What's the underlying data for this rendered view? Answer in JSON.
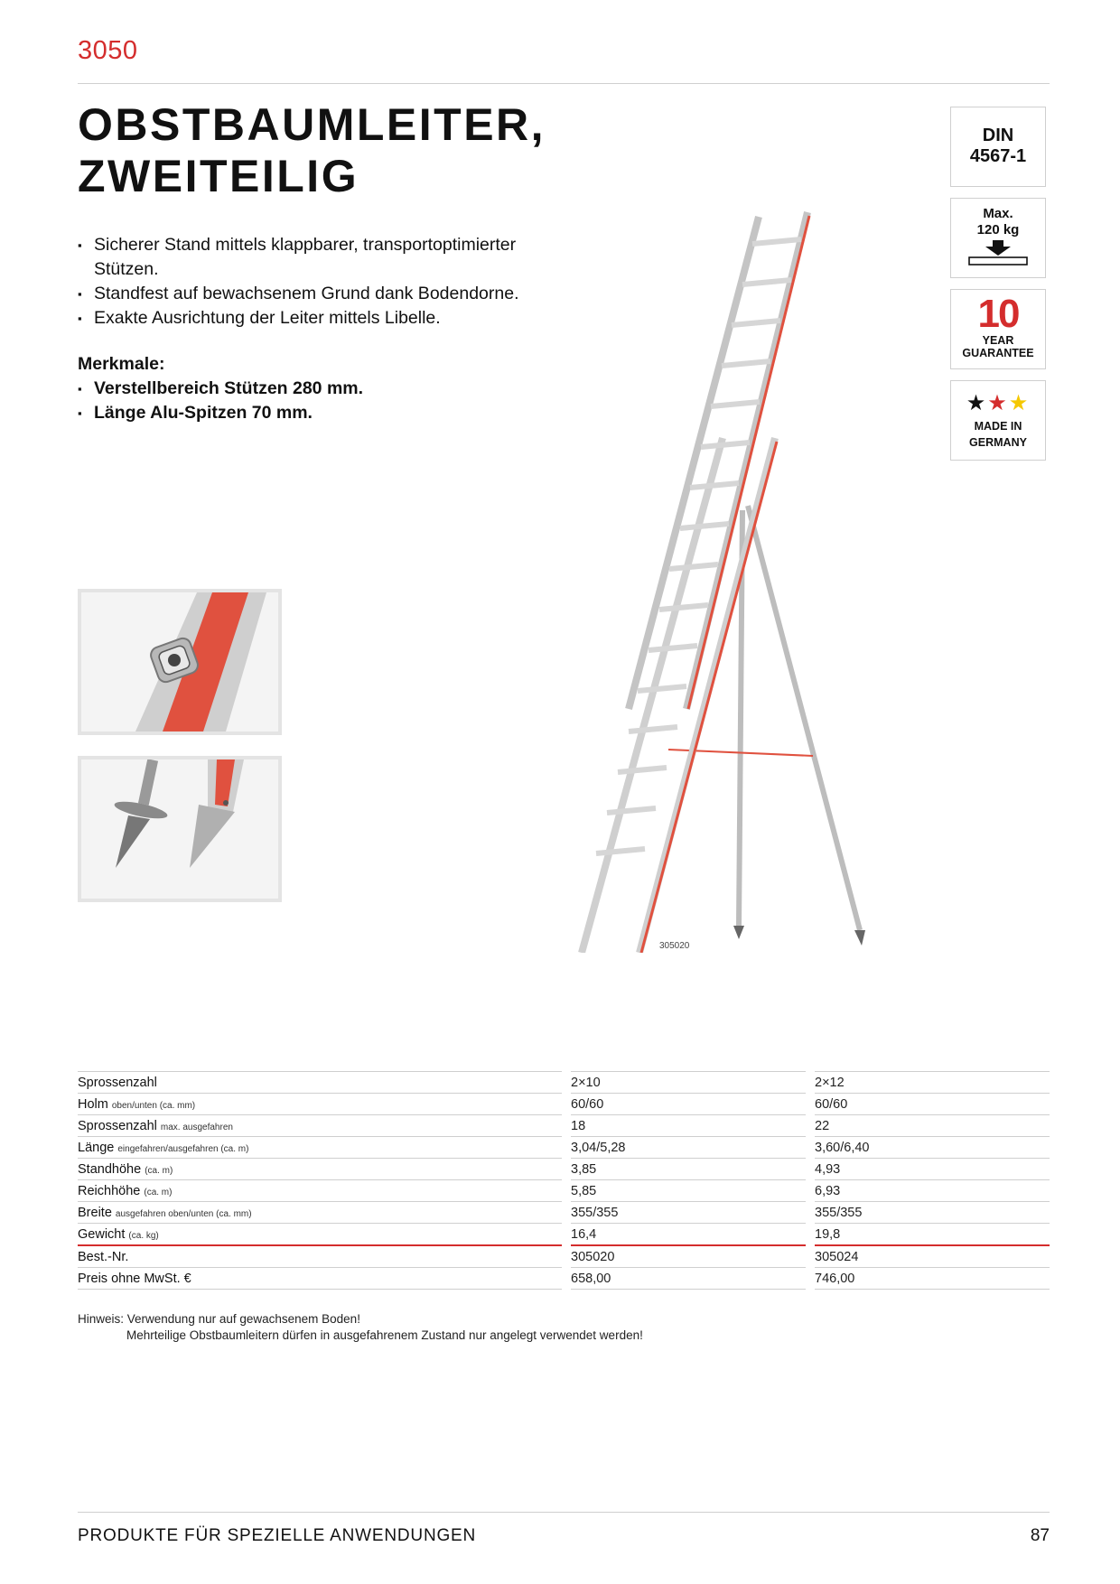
{
  "header": {
    "code": "3050",
    "title_line1": "OBSTBAUMLEITER,",
    "title_line2": "ZWEITEILIG"
  },
  "features": [
    "Sicherer Stand mittels klappbarer, transportoptimierter Stützen.",
    "Standfest auf bewachsenem Grund dank Bodendorne.",
    "Exakte Ausrichtung der Leiter mittels Libelle."
  ],
  "merkmale": {
    "heading": "Merkmale:",
    "items": [
      "Verstellbereich Stützen 280 mm.",
      "Länge Alu-Spitzen 70 mm."
    ]
  },
  "badges": {
    "din_line1": "DIN",
    "din_line2": "4567-1",
    "max_line1": "Max.",
    "max_line2": "120 kg",
    "guarantee_number": "10",
    "guarantee_line1": "YEAR",
    "guarantee_line2": "GUARANTEE",
    "made_line1": "MADE IN",
    "made_line2": "GERMANY",
    "star_colors": [
      "#111111",
      "#d42d2d",
      "#f5c800"
    ]
  },
  "product_image": {
    "caption": "305020"
  },
  "specs": {
    "header": {
      "label": "Sprossenzahl",
      "v1": "2×10",
      "v2": "2×12"
    },
    "rows": [
      {
        "label": "Holm",
        "sub": "oben/unten (ca. mm)",
        "v1": "60/60",
        "v2": "60/60"
      },
      {
        "label": "Sprossenzahl",
        "sub": "max. ausgefahren",
        "v1": "18",
        "v2": "22"
      },
      {
        "label": "Länge",
        "sub": "eingefahren/ausgefahren (ca. m)",
        "v1": "3,04/5,28",
        "v2": "3,60/6,40"
      },
      {
        "label": "Standhöhe",
        "sub": "(ca. m)",
        "v1": "3,85",
        "v2": "4,93"
      },
      {
        "label": "Reichhöhe",
        "sub": "(ca. m)",
        "v1": "5,85",
        "v2": "6,93"
      },
      {
        "label": "Breite",
        "sub": "ausgefahren oben/unten (ca. mm)",
        "v1": "355/355",
        "v2": "355/355"
      },
      {
        "label": "Gewicht",
        "sub": "(ca. kg)",
        "v1": "16,4",
        "v2": "19,8"
      }
    ],
    "order": {
      "label": "Best.-Nr.",
      "v1": "305020",
      "v2": "305024"
    },
    "price": {
      "label": "Preis ohne MwSt. €",
      "v1": "658,00",
      "v2": "746,00"
    }
  },
  "note": {
    "line1": "Hinweis: Verwendung nur auf gewachsenem Boden!",
    "line2": "Mehrteilige Obstbaumleitern dürfen in ausgefahrenem Zustand nur angelegt verwendet werden!"
  },
  "footer": {
    "section": "PRODUKTE FÜR SPEZIELLE ANWENDUNGEN",
    "page": "87"
  },
  "colors": {
    "accent": "#d42d2d",
    "rule": "#cfcfcf"
  }
}
